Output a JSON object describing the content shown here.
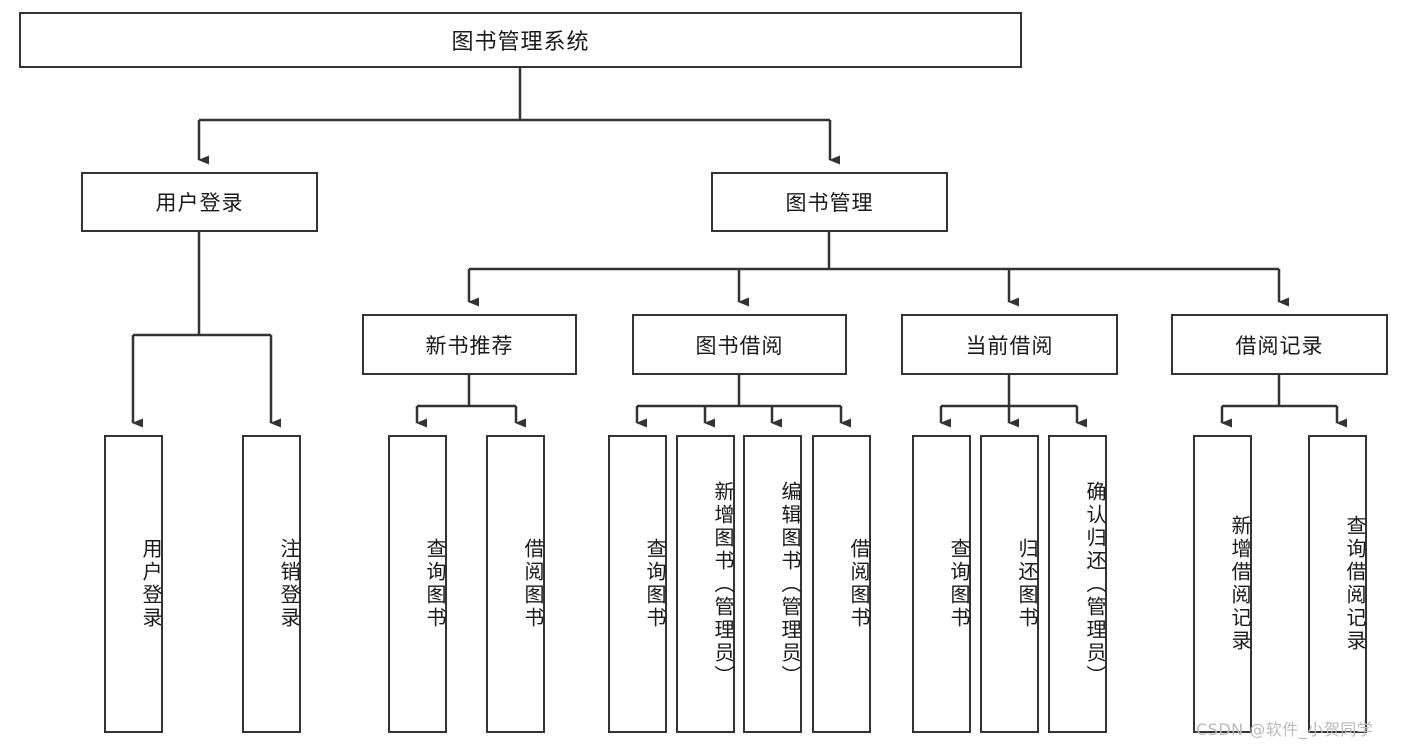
{
  "diagram": {
    "title": "图书管理系统",
    "watermark": "CSDN @软件_小贺同学",
    "accent_color": "#333333",
    "background_color": "#ffffff",
    "type": "tree-hierarchy",
    "root": {
      "label": "图书管理系统"
    },
    "level1": [
      {
        "label": "用户登录"
      },
      {
        "label": "图书管理"
      }
    ],
    "level2": [
      {
        "label": "新书推荐"
      },
      {
        "label": "图书借阅"
      },
      {
        "label": "当前借阅"
      },
      {
        "label": "借阅记录"
      }
    ],
    "leaves": {
      "user_login": [
        {
          "label": "用户登录"
        },
        {
          "label": "注销登录"
        }
      ],
      "new_book_recommend": [
        {
          "label": "查询图书"
        },
        {
          "label": "借阅图书"
        }
      ],
      "book_borrow": [
        {
          "label": "查询图书"
        },
        {
          "label": "新增图书（管理员）"
        },
        {
          "label": "编辑图书（管理员）"
        },
        {
          "label": "借阅图书"
        }
      ],
      "current_borrow": [
        {
          "label": "查询图书"
        },
        {
          "label": "归还图书"
        },
        {
          "label": "确认归还（管理员）"
        }
      ],
      "borrow_record": [
        {
          "label": "新增借阅记录"
        },
        {
          "label": "查询借阅记录"
        }
      ]
    }
  }
}
